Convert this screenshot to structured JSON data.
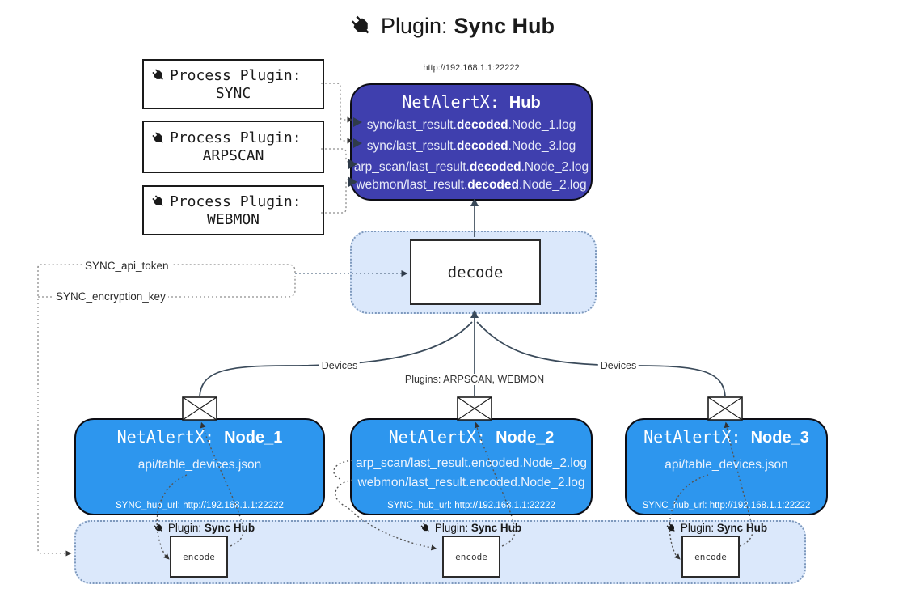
{
  "title": {
    "prefix": "Plugin: ",
    "bold": "Sync Hub"
  },
  "process_plugins": [
    {
      "label": "Process Plugin:",
      "name": "SYNC"
    },
    {
      "label": "Process Plugin:",
      "name": "ARPSCAN"
    },
    {
      "label": "Process Plugin:",
      "name": "WEBMON"
    }
  ],
  "hub": {
    "url_label": "http://192.168.1.1:22222",
    "name_prefix": "NetAlertX: ",
    "name_bold": "Hub",
    "logs": [
      {
        "pre": "sync/last_result.",
        "bold": "decoded",
        "post": ".Node_1.log"
      },
      {
        "pre": "sync/last_result.",
        "bold": "decoded",
        "post": ".Node_3.log"
      },
      {
        "pre": "arp_scan/last_result.",
        "bold": "decoded",
        "post": ".Node_2.log"
      },
      {
        "pre": "webmon/last_result.",
        "bold": "decoded",
        "post": ".Node_2.log"
      }
    ]
  },
  "decode": {
    "label": "decode"
  },
  "config": {
    "api_token": "SYNC_api_token",
    "encryption_key": "SYNC_encryption_key"
  },
  "edge_labels": {
    "devices_left": "Devices",
    "devices_right": "Devices",
    "plugins_middle": "Plugins: ARPSCAN, WEBMON"
  },
  "nodes": [
    {
      "name_prefix": "NetAlertX: ",
      "name_bold": "Node_1",
      "lines": [
        "api/table_devices.json"
      ],
      "hub_url": "SYNC_hub_url: http://192.168.1.1:22222"
    },
    {
      "name_prefix": "NetAlertX: ",
      "name_bold": "Node_2",
      "lines": [
        "arp_scan/last_result.encoded.Node_2.log",
        "webmon/last_result.encoded.Node_2.log"
      ],
      "hub_url": "SYNC_hub_url: http://192.168.1.1:22222"
    },
    {
      "name_prefix": "NetAlertX: ",
      "name_bold": "Node_3",
      "lines": [
        "api/table_devices.json"
      ],
      "hub_url": "SYNC_hub_url: http://192.168.1.1:22222"
    }
  ],
  "encoders": [
    {
      "plugin_prefix": "Plugin: ",
      "plugin_bold": "Sync Hub",
      "box_label": "encode"
    },
    {
      "plugin_prefix": "Plugin: ",
      "plugin_bold": "Sync Hub",
      "box_label": "encode"
    },
    {
      "plugin_prefix": "Plugin: ",
      "plugin_bold": "Sync Hub",
      "box_label": "encode"
    }
  ],
  "colors": {
    "hub_fill": "#3f3fae",
    "node_fill": "#2d96ee",
    "container_fill": "#dbe8fb",
    "connector": "#3a4a5a"
  }
}
